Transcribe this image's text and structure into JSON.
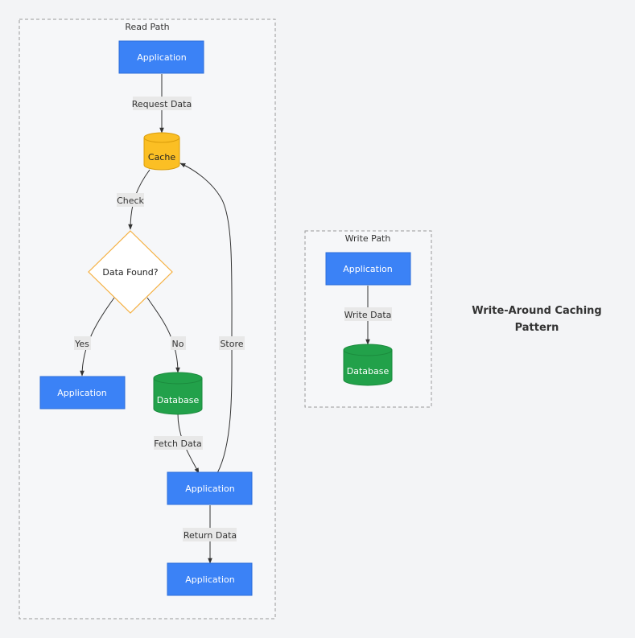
{
  "clusters": {
    "read": {
      "title": "Read Path"
    },
    "write": {
      "title": "Write Path"
    }
  },
  "nodes": {
    "app_top": {
      "label": "Application"
    },
    "cache": {
      "label": "Cache"
    },
    "decision": {
      "label": "Data Found?"
    },
    "app_yes": {
      "label": "Application"
    },
    "db_read": {
      "label": "Database"
    },
    "app_fetch": {
      "label": "Application"
    },
    "app_return": {
      "label": "Application"
    },
    "write_app": {
      "label": "Application"
    },
    "write_db": {
      "label": "Database"
    }
  },
  "edges": {
    "request_data": "Request Data",
    "check": "Check",
    "yes": "Yes",
    "no": "No",
    "store": "Store",
    "fetch_data": "Fetch Data",
    "return_data": "Return Data",
    "write_data": "Write Data"
  },
  "title": {
    "line1": "Write-Around Caching",
    "line2": "Pattern"
  },
  "colors": {
    "app": "#3b82f6",
    "cache": "#fbbf24",
    "database": "#22a14a",
    "decision_border": "#f5b041"
  }
}
